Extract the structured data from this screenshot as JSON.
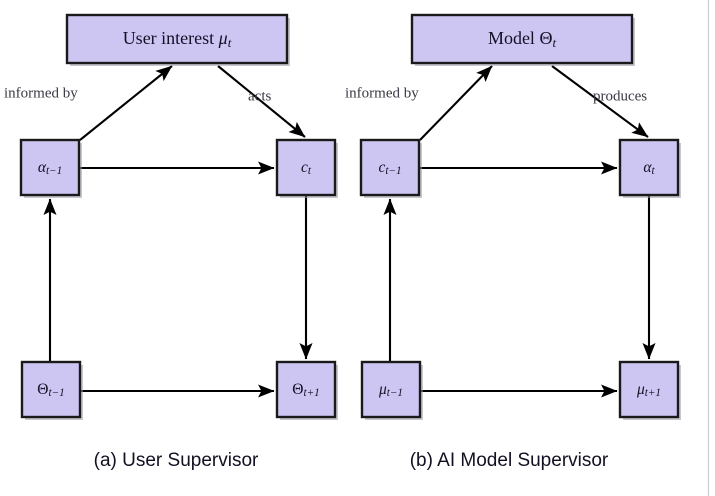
{
  "figure": {
    "background_color": "#ffffff",
    "node_fill_color": "#cdc6f3",
    "node_border_color": "#1a1a1a",
    "edge_color": "#000000",
    "caption_color": "#131022",
    "edge_label_color": "#3a3a44",
    "page_rule_color": "#c9c9cf"
  },
  "panels": {
    "a": {
      "caption": "(a) User Supervisor",
      "top_node": {
        "label_main": "User interest ",
        "label_sym": "μ",
        "label_sub": "t"
      },
      "mid_left_node": {
        "label_sym": "α",
        "label_sub": "t−1"
      },
      "mid_right_node": {
        "label_sym": "c",
        "label_sub": "t"
      },
      "bottom_left_node": {
        "label_sym": "Θ",
        "label_sub": "t−1"
      },
      "bottom_right_node": {
        "label_sym": "Θ",
        "label_sub": "t+1"
      },
      "edge_label_left": "informed by",
      "edge_label_right": "acts"
    },
    "b": {
      "caption": "(b) AI Model Supervisor",
      "top_node": {
        "label_main": "Model ",
        "label_sym": "Θ",
        "label_sub": "t"
      },
      "mid_left_node": {
        "label_sym": "c",
        "label_sub": "t−1"
      },
      "mid_right_node": {
        "label_sym": "α",
        "label_sub": "t"
      },
      "bottom_left_node": {
        "label_sym": "μ",
        "label_sub": "t−1"
      },
      "bottom_right_node": {
        "label_sym": "μ",
        "label_sub": "t+1"
      },
      "edge_label_left": "informed by",
      "edge_label_right": "produces"
    }
  }
}
